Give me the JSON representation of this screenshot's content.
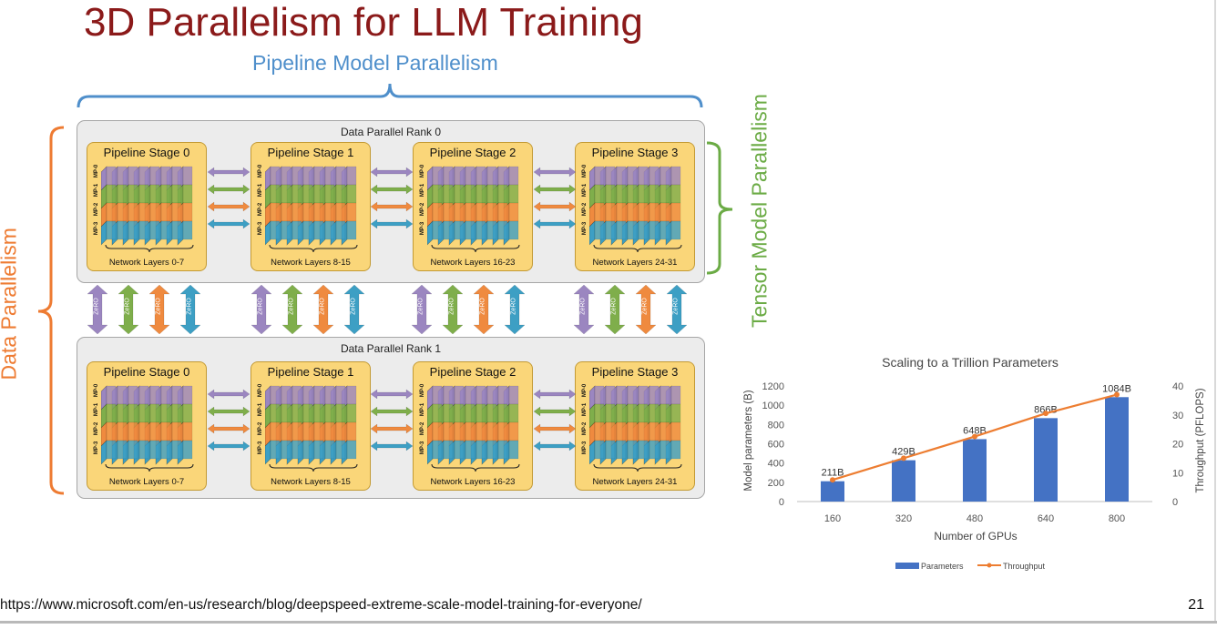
{
  "slide": {
    "title": "3D Parallelism for LLM Training",
    "pipeline_label": "Pipeline Model Parallelism",
    "data_label": "Data Parallelism",
    "tensor_label": "Tensor Model Parallelism",
    "footer_url": "https://www.microsoft.com/en-us/research/blog/deepspeed-extreme-scale-model-training-for-everyone/",
    "page_number": "21"
  },
  "diagram": {
    "ranks": [
      {
        "title": "Data Parallel Rank 0",
        "stages": [
          {
            "title": "Pipeline Stage 0",
            "layers": "Network Layers 0-7"
          },
          {
            "title": "Pipeline Stage 1",
            "layers": "Network Layers 8-15"
          },
          {
            "title": "Pipeline Stage 2",
            "layers": "Network Layers 16-23"
          },
          {
            "title": "Pipeline Stage 3",
            "layers": "Network Layers 24-31"
          }
        ]
      },
      {
        "title": "Data Parallel Rank 1",
        "stages": [
          {
            "title": "Pipeline Stage 0",
            "layers": "Network Layers 0-7"
          },
          {
            "title": "Pipeline Stage 1",
            "layers": "Network Layers 8-15"
          },
          {
            "title": "Pipeline Stage 2",
            "layers": "Network Layers 16-23"
          },
          {
            "title": "Pipeline Stage 3",
            "layers": "Network Layers 24-31"
          }
        ]
      }
    ],
    "mp_labels": [
      "MP-0",
      "MP-1",
      "MP-2",
      "MP-3"
    ],
    "zero_label": "ZeRO",
    "colors": {
      "purple": "#9b86c0",
      "green": "#7fae4b",
      "orange": "#ef8a3f",
      "blue": "#3d9fc4",
      "stage_fill": "#fad679",
      "pipeline_brace": "#4f8fcb",
      "data_brace": "#ee7b32",
      "tensor_brace": "#6bab45",
      "title_color": "#8b1a1a"
    }
  },
  "chart_data": {
    "type": "bar",
    "title": "Scaling to a Trillion Parameters",
    "xlabel": "Number of GPUs",
    "ylabel": "Model parameters (B)",
    "y2label": "Throughput (PFLOPS)",
    "categories": [
      "160",
      "320",
      "480",
      "640",
      "800"
    ],
    "series": [
      {
        "name": "Parameters",
        "type": "bar",
        "values": [
          211,
          429,
          648,
          866,
          1084
        ],
        "labels": [
          "211B",
          "429B",
          "648B",
          "866B",
          "1084B"
        ],
        "color": "#4472c4"
      },
      {
        "name": "Throughput",
        "type": "line",
        "axis": "right",
        "values": [
          7.5,
          15,
          22.5,
          30.5,
          37
        ],
        "color": "#ed7d31"
      }
    ],
    "ylim": [
      0,
      1200
    ],
    "yticks": [
      "0",
      "200",
      "400",
      "600",
      "800",
      "1000",
      "1200"
    ],
    "y2lim": [
      0,
      40
    ],
    "y2ticks": [
      "0",
      "10",
      "20",
      "30",
      "40"
    ],
    "legend_position": "bottom",
    "grid": false
  }
}
